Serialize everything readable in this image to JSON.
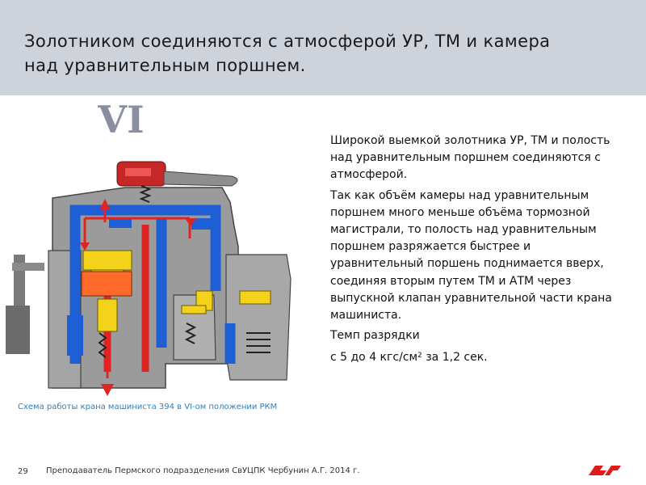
{
  "slide": {
    "title": "Золотником соединяются с атмосферой УР, ТМ и камера над уравнительным поршнем.",
    "diagram": {
      "position_label": "VI",
      "caption": "Схема работы крана машиниста 394 в VI-ом положении РКМ",
      "colors": {
        "housing": "#9a9a9a",
        "air_blue": "#1f5fd6",
        "atm_red": "#e02424",
        "valve_yellow": "#f2d21a",
        "handle_red": "#c62828"
      }
    },
    "paragraphs": [
      "Широкой выемкой золотника УР, ТМ и полость над уравнительным поршнем соединяются с атмосферой.",
      "Так как объём камеры над уравнительным поршнем много меньше объёма тормозной магистрали, то полость над уравнительным поршнем разряжается быстрее и уравнительный поршень поднимается вверх, соединяя вторым путем ТМ и АТМ через выпускной клапан уравнительной части крана машиниста.",
      "Темп разрядки"
    ],
    "rate": {
      "text": "с 5 до 4 кгс/см",
      "exponent": "2",
      "suffix": " за 1,2 сек."
    }
  },
  "footer": {
    "slide_number": "29",
    "text": "Преподаватель Пермского подразделения СвУЦПК Чербунин А.Г. 2014 г.",
    "logo_color": "#e21a1a"
  }
}
